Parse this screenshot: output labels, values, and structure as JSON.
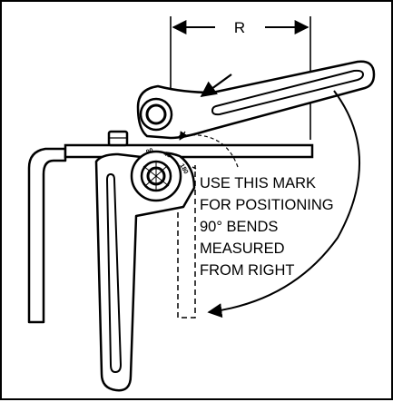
{
  "dimension_label": "R",
  "callout_lines": [
    "USE THIS MARK",
    "FOR POSITIONING",
    "90° BENDS",
    "MEASURED",
    "FROM RIGHT"
  ],
  "scale_marks": [
    "90",
    "45",
    "180"
  ],
  "colors": {
    "ink": "#000000",
    "paper": "#ffffff"
  }
}
